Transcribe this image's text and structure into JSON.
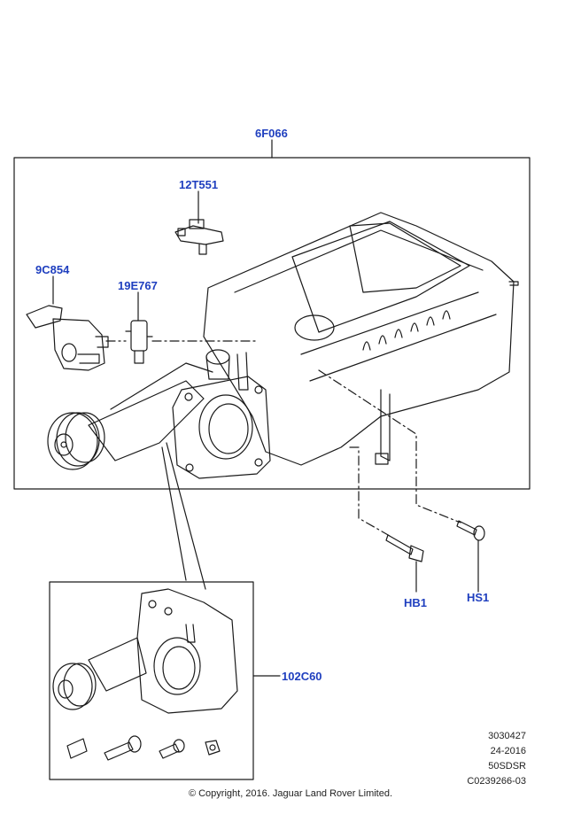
{
  "callouts": {
    "supercharger": "6F066",
    "sensor": "12T551",
    "actuator": "9C854",
    "connector": "19E767",
    "bolt_hb1": "HB1",
    "bolt_hs1": "HS1",
    "housing": "102C60"
  },
  "reference": {
    "code": "3030427",
    "issue": "24-2016",
    "model": "50SDSR",
    "catalog": "C0239266-03"
  },
  "copyright": "© Copyright, 2016. Jaguar Land Rover Limited.",
  "colors": {
    "callout_text": "#1f3fbf",
    "line_art": "#1a1a1a"
  }
}
